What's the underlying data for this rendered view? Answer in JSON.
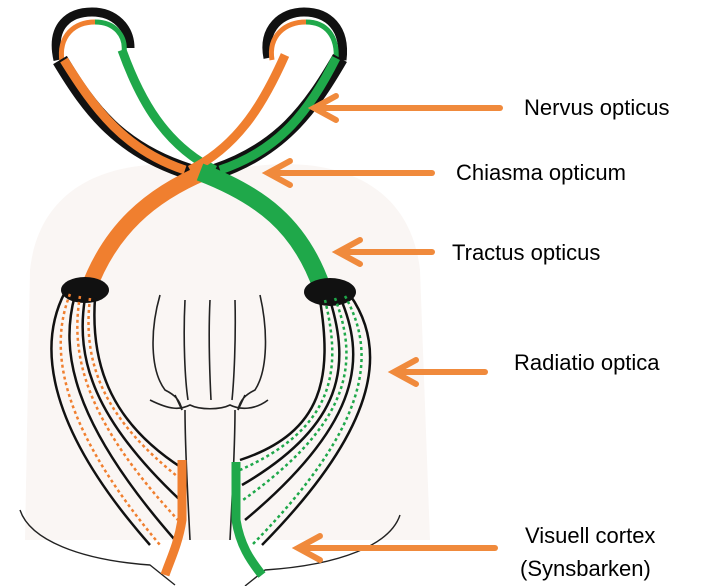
{
  "colors": {
    "left_pathway": "#f07f2f",
    "right_pathway": "#1fa84a",
    "outline": "#111111",
    "pointer_arrow": "#f08a3c"
  },
  "labels": {
    "nervus_opticus": "Nervus opticus",
    "chiasma_opticum": "Chiasma opticum",
    "tractus_opticus": "Tractus opticus",
    "radiatio_optica": "Radiatio optica",
    "visuell_cortex_line1": "Visuell cortex",
    "visuell_cortex_line2": "(Synsbarken)"
  }
}
